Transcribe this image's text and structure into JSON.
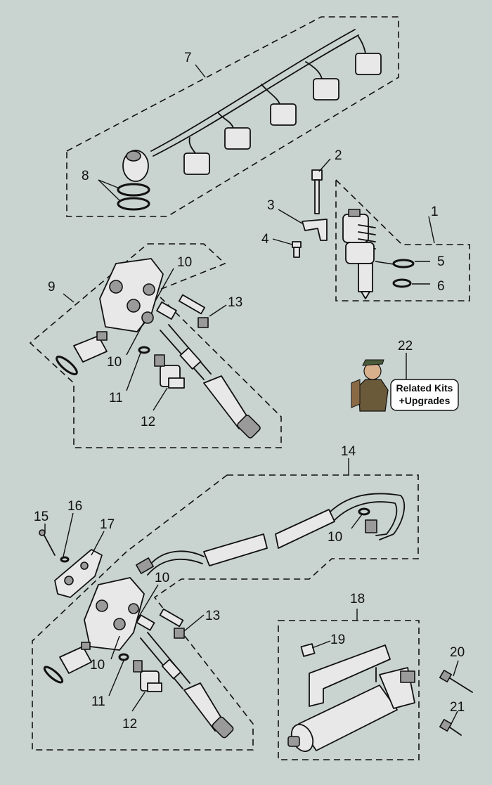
{
  "callouts": [
    {
      "id": "c1",
      "label": "1"
    },
    {
      "id": "c2",
      "label": "2"
    },
    {
      "id": "c3",
      "label": "3"
    },
    {
      "id": "c4",
      "label": "4"
    },
    {
      "id": "c5",
      "label": "5"
    },
    {
      "id": "c6",
      "label": "6"
    },
    {
      "id": "c7",
      "label": "7"
    },
    {
      "id": "c8",
      "label": "8"
    },
    {
      "id": "c9",
      "label": "9"
    },
    {
      "id": "c10a",
      "label": "10"
    },
    {
      "id": "c10b",
      "label": "10"
    },
    {
      "id": "c11a",
      "label": "11"
    },
    {
      "id": "c12a",
      "label": "12"
    },
    {
      "id": "c13a",
      "label": "13"
    },
    {
      "id": "c14",
      "label": "14"
    },
    {
      "id": "c10c",
      "label": "10"
    },
    {
      "id": "c15",
      "label": "15"
    },
    {
      "id": "c16",
      "label": "16"
    },
    {
      "id": "c17",
      "label": "17"
    },
    {
      "id": "c10d",
      "label": "10"
    },
    {
      "id": "c13b",
      "label": "13"
    },
    {
      "id": "c10e",
      "label": "10"
    },
    {
      "id": "c11b",
      "label": "11"
    },
    {
      "id": "c12b",
      "label": "12"
    },
    {
      "id": "c18",
      "label": "18"
    },
    {
      "id": "c19",
      "label": "19"
    },
    {
      "id": "c20",
      "label": "20"
    },
    {
      "id": "c21",
      "label": "21"
    },
    {
      "id": "c22",
      "label": "22"
    }
  ],
  "kit_button": {
    "line1": "Related Kits",
    "line2": "+Upgrades"
  },
  "colors": {
    "background": "#c9d3cf",
    "ink": "#111111",
    "part_fill": "#e8e8e8"
  }
}
